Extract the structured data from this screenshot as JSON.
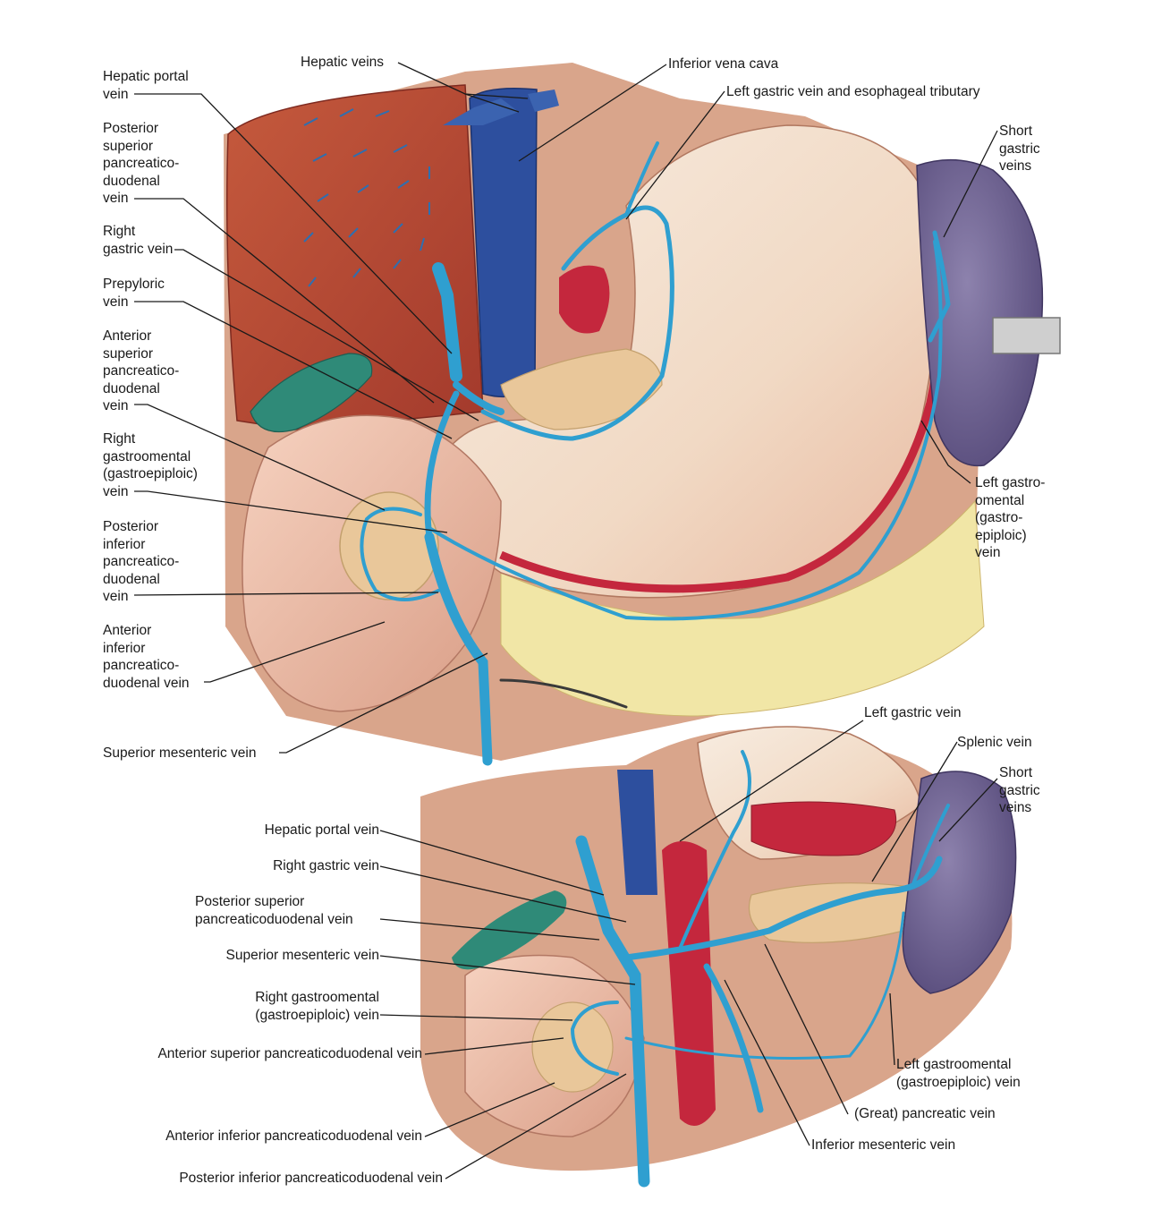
{
  "top_figure": {
    "left_labels": [
      "Hepatic portal\nvein",
      "Posterior\nsuperior\npancreatico-\nduodenal\nvein",
      "Right\ngastric vein",
      "Prepyloric\nvein",
      "Anterior\nsuperior\npancreatico-\nduodenal\nvein",
      "Right\ngastroomental\n(gastroepiploic)\nvein",
      "Posterior\ninferior\npancreatico-\nduodenal\nvein",
      "Anterior\ninferior\npancreatico-\nduodenal vein",
      "Superior mesenteric vein"
    ],
    "top_labels": [
      "Hepatic veins",
      "Inferior vena cava",
      "Left gastric vein and esophageal tributary"
    ],
    "right_labels": [
      "Short\ngastric\nveins",
      "Left gastro-\nomental\n(gastro-\nepiploic)\nvein"
    ]
  },
  "bottom_figure": {
    "left_labels": [
      "Hepatic portal vein",
      "Right gastric vein",
      "Posterior superior\npancreaticoduodenal vein",
      "Superior mesenteric vein",
      "Right gastroomental\n(gastroepiploic) vein",
      "Anterior superior pancreaticoduodenal vein",
      "Anterior inferior pancreaticoduodenal vein",
      "Posterior inferior pancreaticoduodenal vein"
    ],
    "right_labels": [
      "Left gastric vein",
      "Splenic vein",
      "Short\ngastric\nveins",
      "Left gastroomental\n(gastroepiploic) vein",
      "(Great) pancreatic vein",
      "Inferior mesenteric vein"
    ]
  },
  "colors": {
    "vein": "#2f9fd0",
    "vena_cava": "#2d4f9e",
    "liver": "#b94a35",
    "stomach": "#f3dcc8",
    "spleen": "#6f6393",
    "pancreas": "#e9c79a",
    "gallbladder": "#2f8a78",
    "artery": "#c4273d",
    "fat": "#f1e6a6"
  }
}
